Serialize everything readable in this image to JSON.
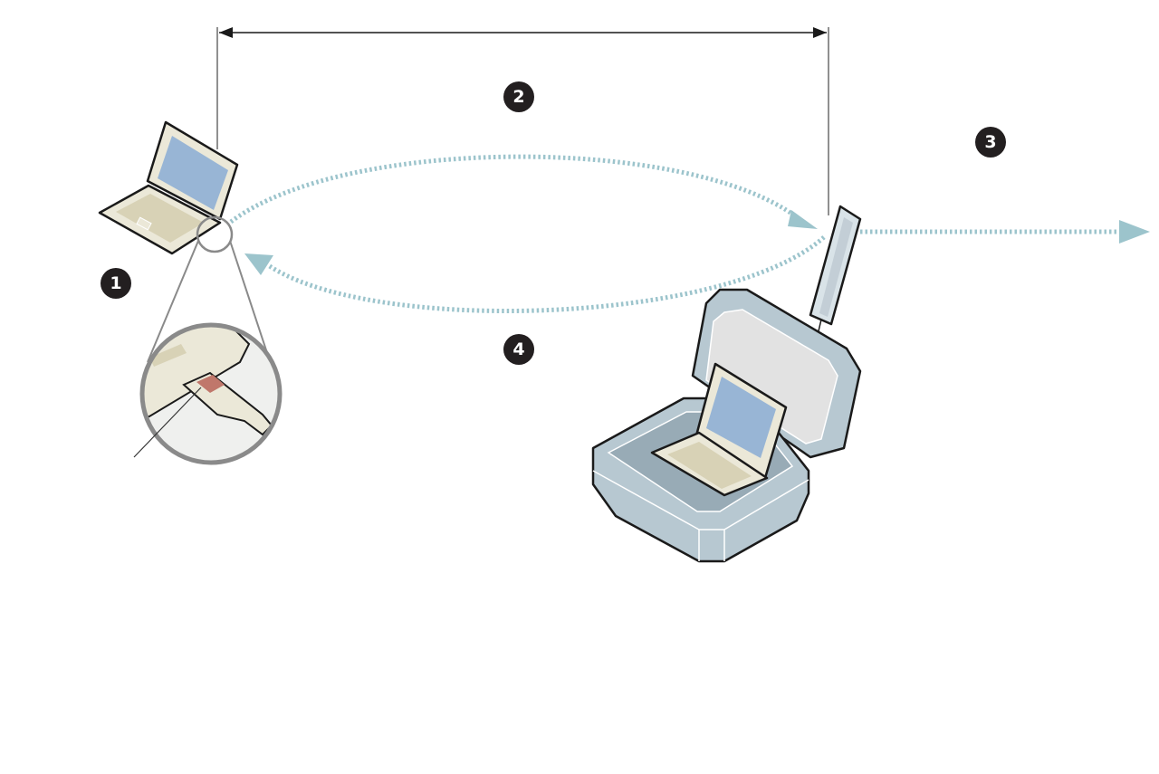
{
  "diagram": {
    "steps": [
      {
        "label": "1"
      },
      {
        "label": "2"
      },
      {
        "label": "3"
      },
      {
        "label": "4"
      }
    ],
    "colors": {
      "signal": "#9cc4cc",
      "laptop_body": "#ebe8d8",
      "laptop_screen": "#98b5d5",
      "case": "#b7c8d1",
      "badge": "#231f20",
      "usb_chip": "#c0776b"
    }
  }
}
